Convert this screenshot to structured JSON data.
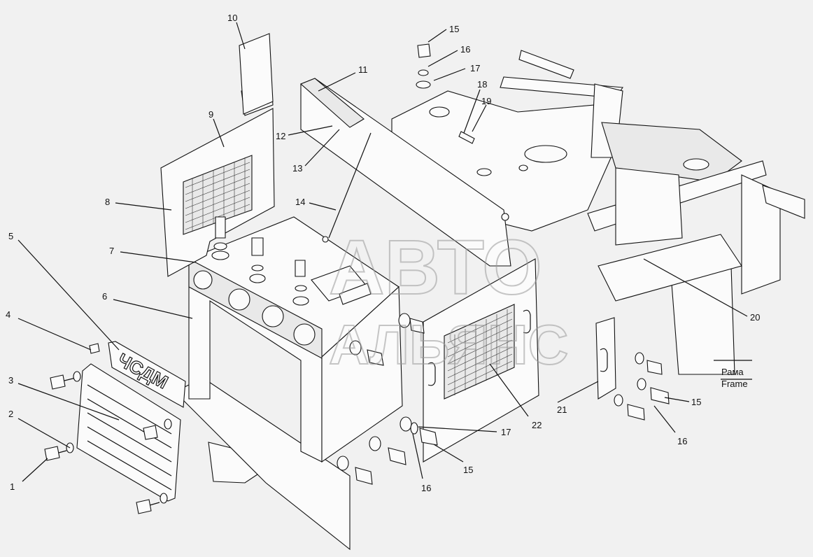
{
  "diagram": {
    "callouts": [
      {
        "id": "1",
        "text": "1"
      },
      {
        "id": "2",
        "text": "2"
      },
      {
        "id": "3",
        "text": "3"
      },
      {
        "id": "4",
        "text": "4"
      },
      {
        "id": "5",
        "text": "5"
      },
      {
        "id": "6",
        "text": "6"
      },
      {
        "id": "7",
        "text": "7"
      },
      {
        "id": "8",
        "text": "8"
      },
      {
        "id": "9",
        "text": "9"
      },
      {
        "id": "10",
        "text": "10"
      },
      {
        "id": "11",
        "text": "11"
      },
      {
        "id": "12",
        "text": "12"
      },
      {
        "id": "13",
        "text": "13"
      },
      {
        "id": "14",
        "text": "14"
      },
      {
        "id": "15a",
        "text": "15"
      },
      {
        "id": "16a",
        "text": "16"
      },
      {
        "id": "17a",
        "text": "17"
      },
      {
        "id": "18",
        "text": "18"
      },
      {
        "id": "19",
        "text": "19"
      },
      {
        "id": "20",
        "text": "20"
      },
      {
        "id": "21",
        "text": "21"
      },
      {
        "id": "22",
        "text": "22"
      },
      {
        "id": "15b",
        "text": "15"
      },
      {
        "id": "16b",
        "text": "16"
      },
      {
        "id": "17b",
        "text": "17"
      },
      {
        "id": "15c",
        "text": "15"
      },
      {
        "id": "16c",
        "text": "16"
      }
    ],
    "frame_label_ru": "Рама",
    "frame_label_en": "Frame",
    "logo_text": "ЧСДМ",
    "watermark_line1": "АВТО",
    "watermark_line2": "АЛЬЯНС"
  }
}
